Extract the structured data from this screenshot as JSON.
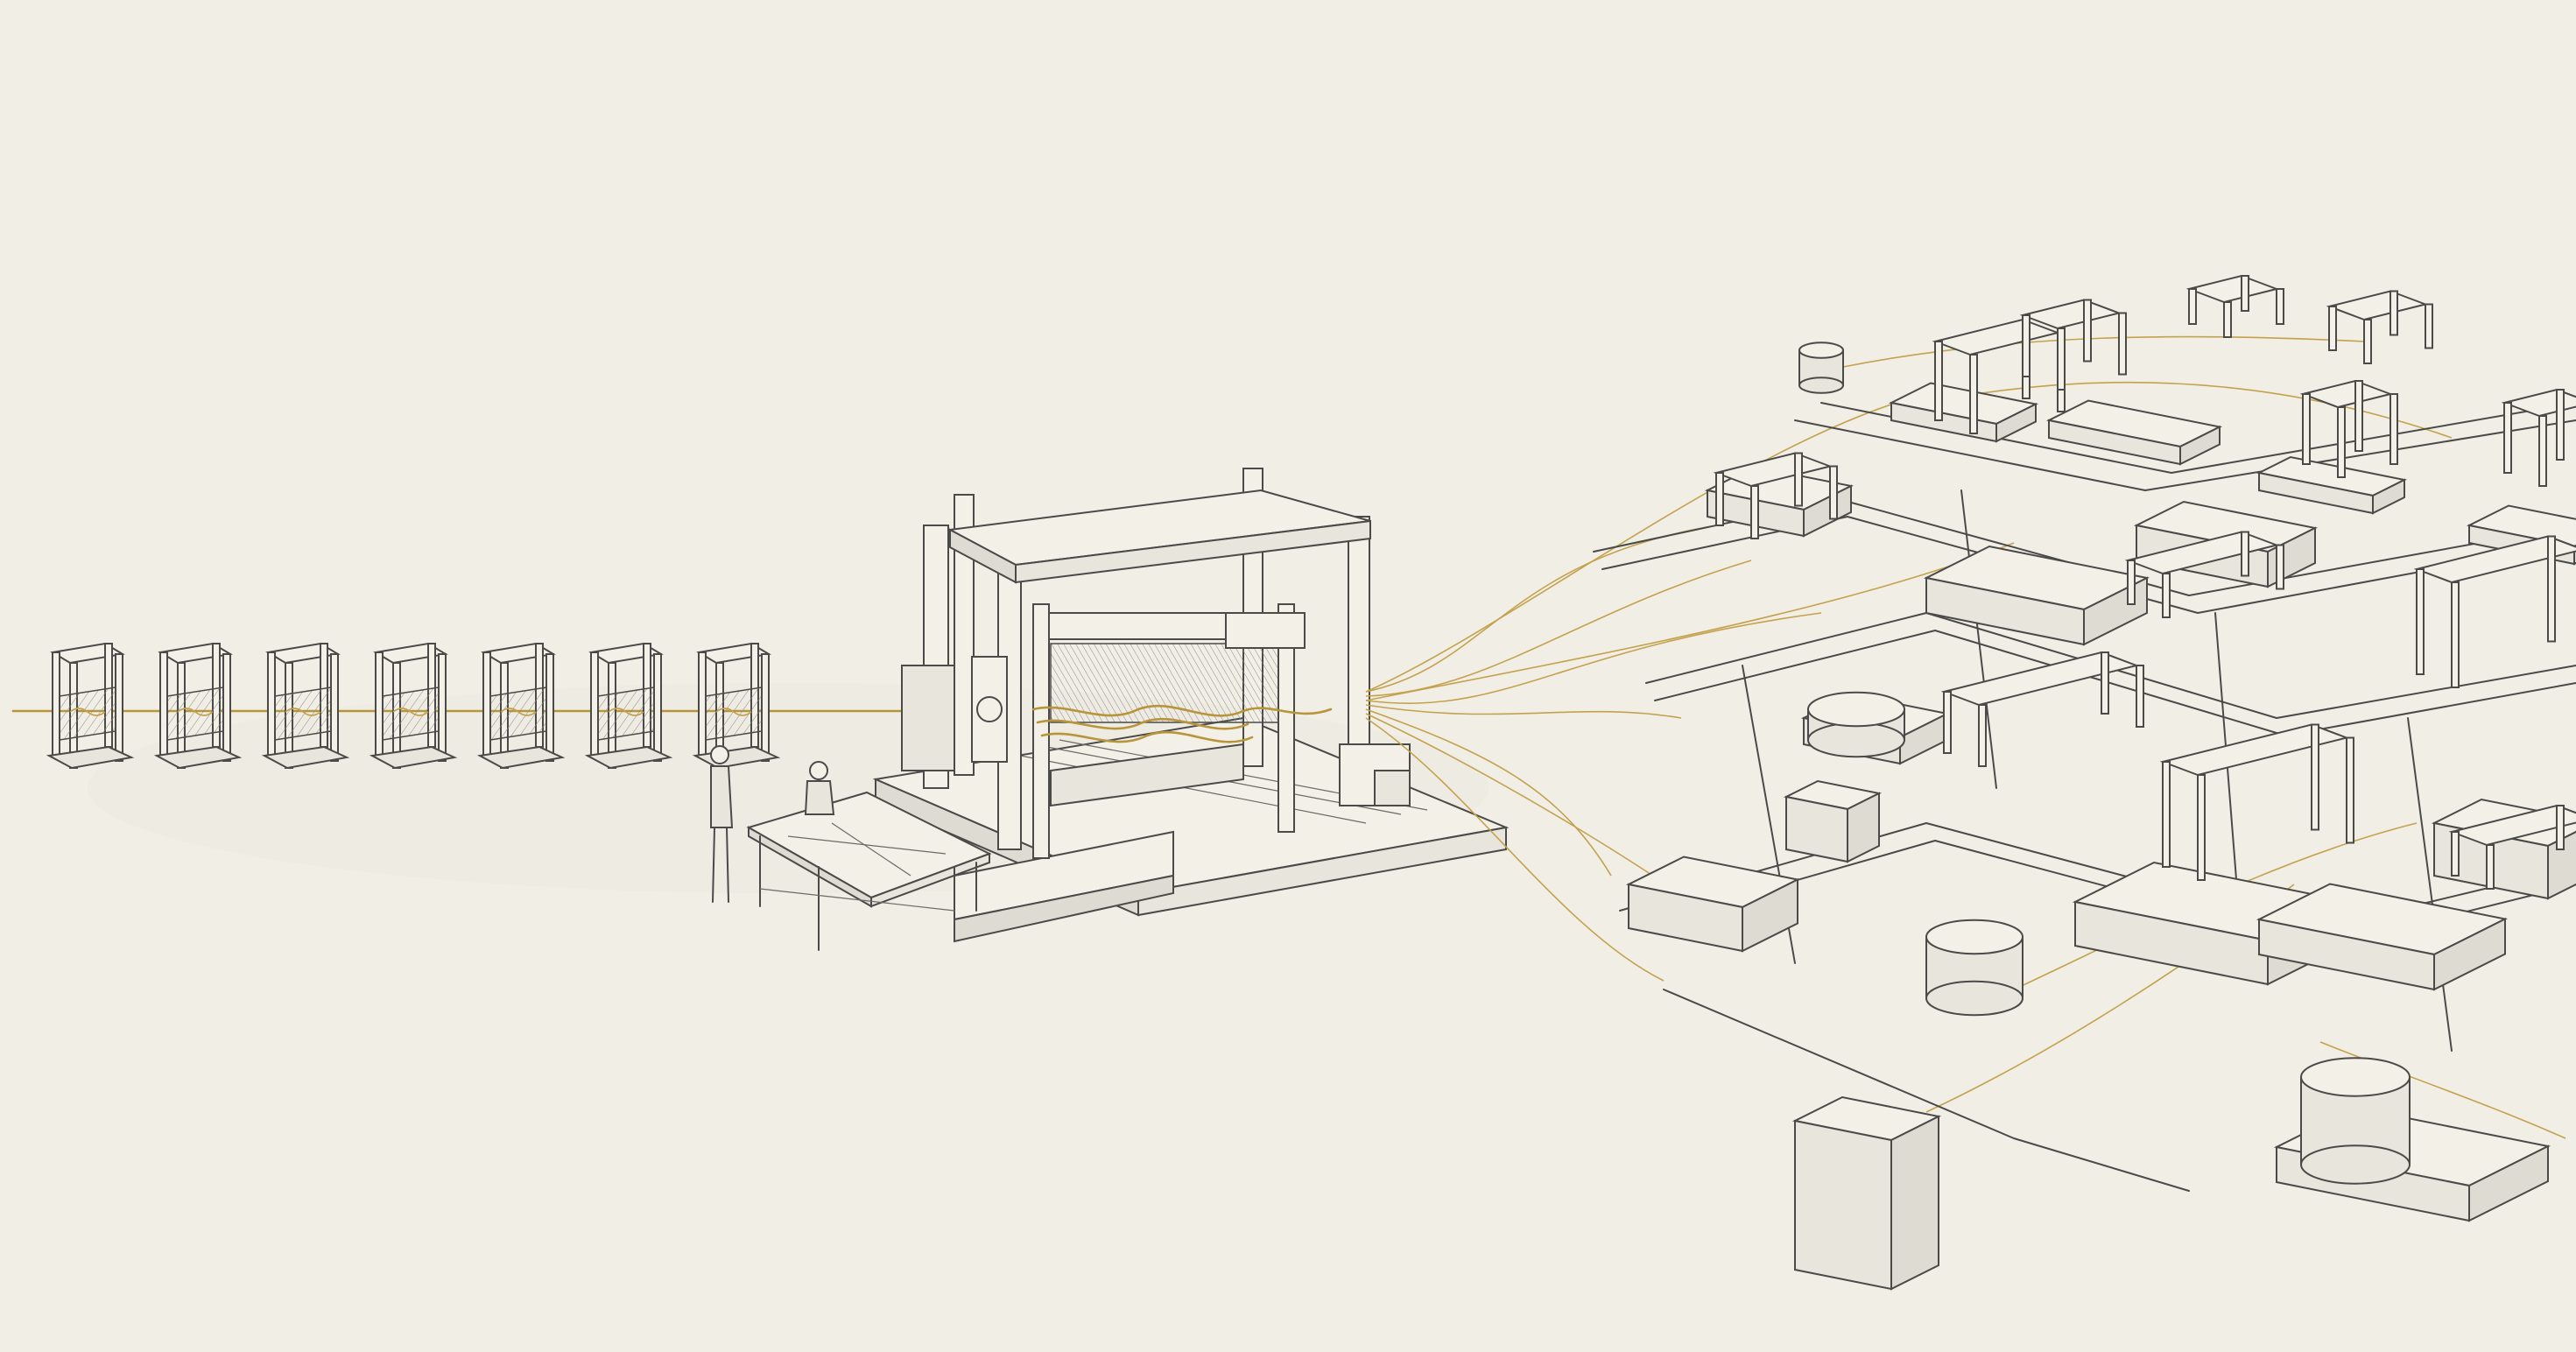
{
  "scene": {
    "type": "pencil-sketch-illustration",
    "palette": {
      "paper": "#f1eee6",
      "ink": "#4a4a48",
      "thread": "#b8953a"
    },
    "looms_small_count": 7,
    "figures": [
      "standing-person",
      "seated-person"
    ],
    "elements": [
      "row-of-small-looms",
      "gold-thread",
      "large-loom",
      "drafting-table",
      "machine-network"
    ]
  }
}
